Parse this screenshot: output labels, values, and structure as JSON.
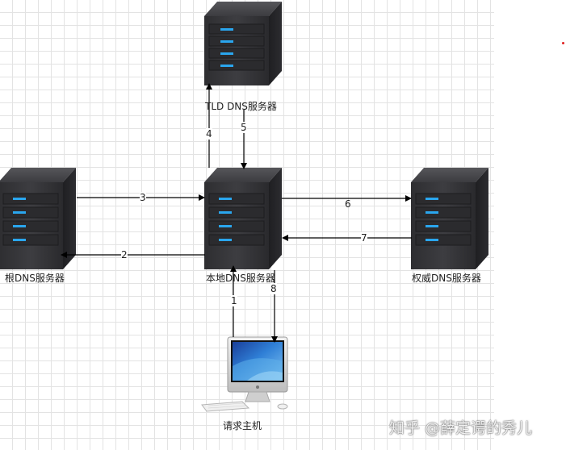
{
  "nodes": {
    "tld": {
      "label": "TLD DNS服务器"
    },
    "root": {
      "label": "根DNS服务器"
    },
    "local": {
      "label": "本地DNS服务器"
    },
    "authoritative": {
      "label": "权威DNS服务器"
    },
    "host": {
      "label": "请求主机"
    }
  },
  "edges": [
    {
      "label": "1",
      "from": "host",
      "to": "local"
    },
    {
      "label": "2",
      "from": "local",
      "to": "root"
    },
    {
      "label": "3",
      "from": "root",
      "to": "local"
    },
    {
      "label": "4",
      "from": "local",
      "to": "tld"
    },
    {
      "label": "5",
      "from": "tld",
      "to": "local"
    },
    {
      "label": "6",
      "from": "local",
      "to": "authoritative"
    },
    {
      "label": "7",
      "from": "authoritative",
      "to": "local"
    },
    {
      "label": "8",
      "from": "local",
      "to": "host"
    }
  ],
  "watermark": "知乎 @薛定谔的秀儿",
  "colors": {
    "server_body": "#3a3a3d",
    "server_led": "#2aa6ee",
    "arrow": "#000000",
    "grid": "#e3e3e3"
  },
  "icons": {
    "server": "server-rack-icon",
    "computer": "desktop-computer-icon"
  }
}
